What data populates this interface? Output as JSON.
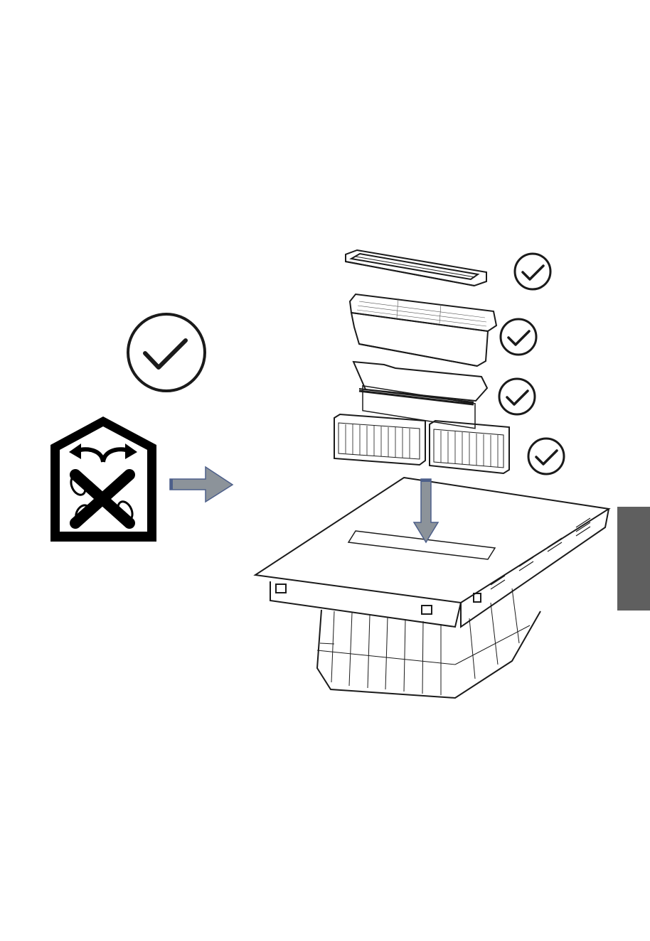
{
  "diagram": {
    "mode_icon": "recirculation-mode-icon",
    "approved_mark": "check-circle-icon",
    "flow_arrow": "right-arrow-icon",
    "insert_arrow": "down-arrow-icon",
    "components": [
      {
        "name": "grease-filter-cover",
        "approved": true
      },
      {
        "name": "grease-filter-basket",
        "approved": true
      },
      {
        "name": "filter-frame-plate",
        "approved": true
      },
      {
        "name": "odour-filter-pair",
        "approved": true
      }
    ],
    "base_unit": "hob-with-integrated-extractor"
  },
  "colors": {
    "arrow_fill": "#8c939a",
    "arrow_stroke": "#4d5f8a",
    "line": "#1a1a1a",
    "side_tab": "#5f5f5f",
    "icon_black": "#000000"
  }
}
